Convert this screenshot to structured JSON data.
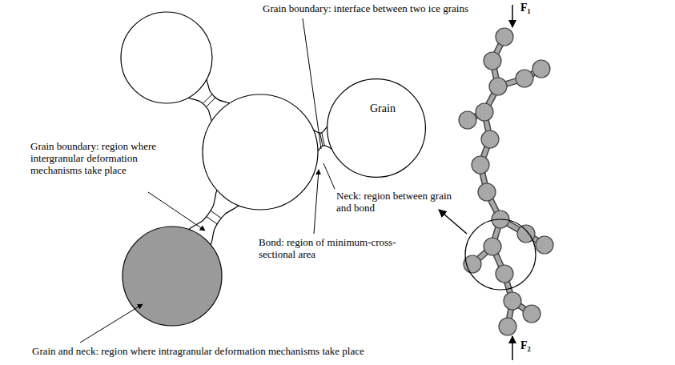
{
  "diagram": {
    "nodes": [
      {
        "text": [
          "Grain"
        ]
      }
    ],
    "labels": [
      "Grain boundary: interface between two ice grains",
      "Grain boundary: region where intergranular deformation mechanisms take place",
      "Neck: region between grain and bond",
      "Bond: region of minimum-cross-sectional area",
      "Grain and neck: region where intragranular deformation mechanisms take place",
      "F₁",
      "F₂"
    ]
  }
}
